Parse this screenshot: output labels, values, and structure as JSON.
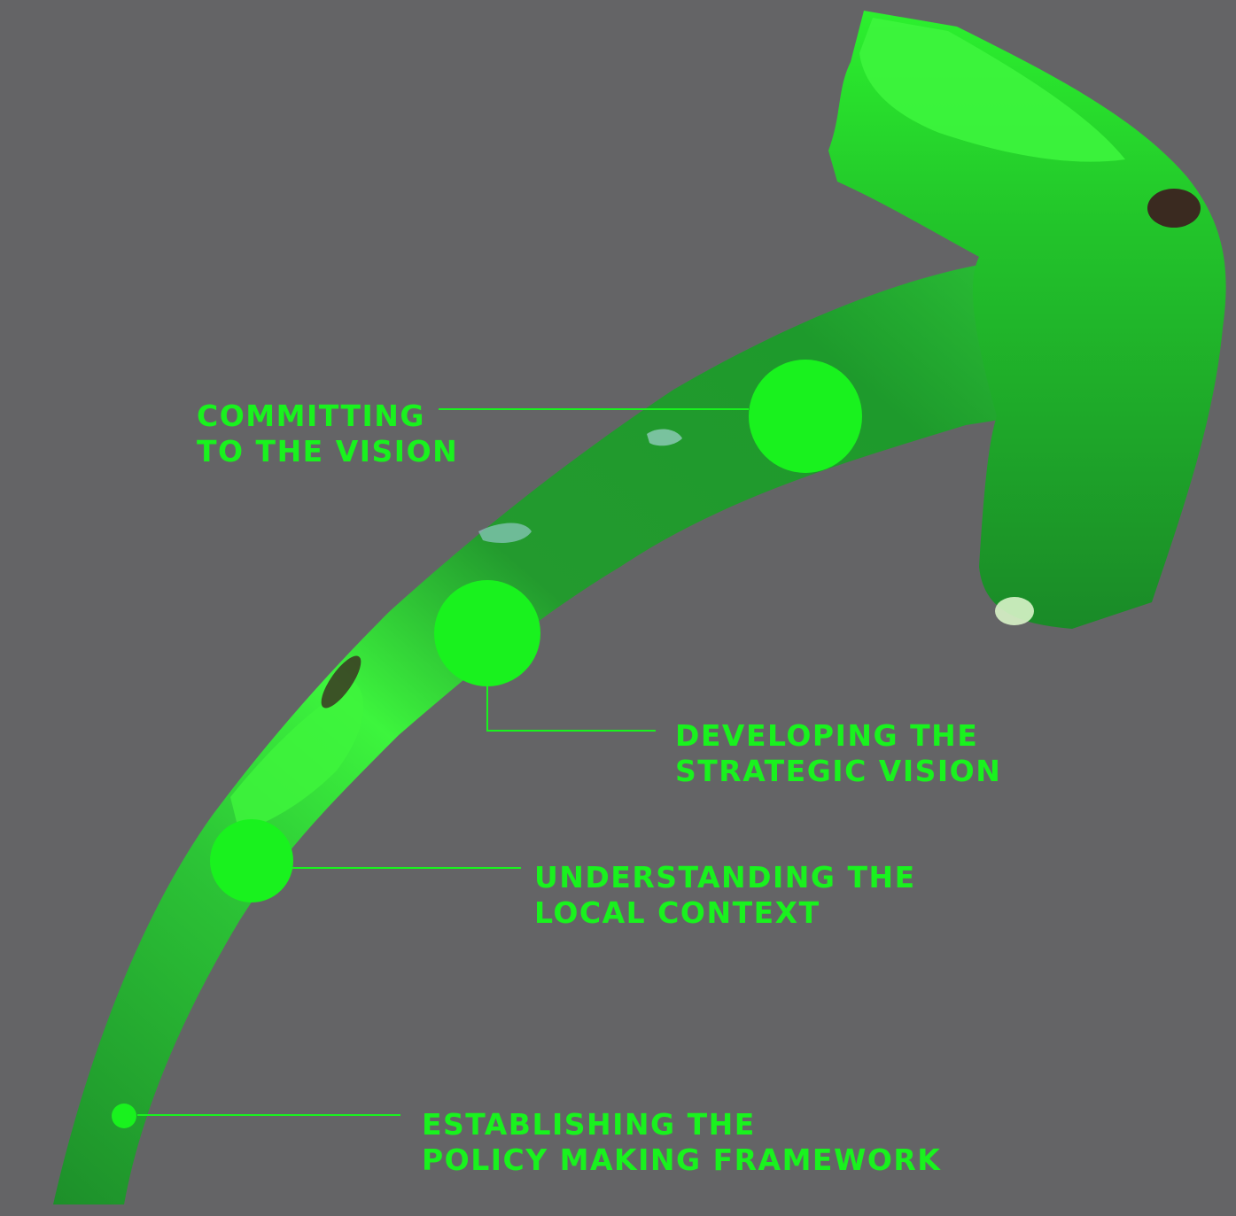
{
  "colors": {
    "background": "#646466",
    "accent_green": "#19f21e",
    "stroke_dark_green": "#1a8c2a",
    "stroke_mid_green": "#2bb534",
    "stroke_bright_green": "#3cf53c"
  },
  "steps": [
    {
      "id": "step-1",
      "line1": "ESTABLISHING THE",
      "line2": "POLICY MAKING FRAMEWORK"
    },
    {
      "id": "step-2",
      "line1": "UNDERSTANDING THE",
      "line2": "LOCAL CONTEXT"
    },
    {
      "id": "step-3",
      "line1": "DEVELOPING THE",
      "line2": "STRATEGIC VISION"
    },
    {
      "id": "step-4",
      "line1": "COMMITTING",
      "line2": "TO THE VISION"
    }
  ]
}
